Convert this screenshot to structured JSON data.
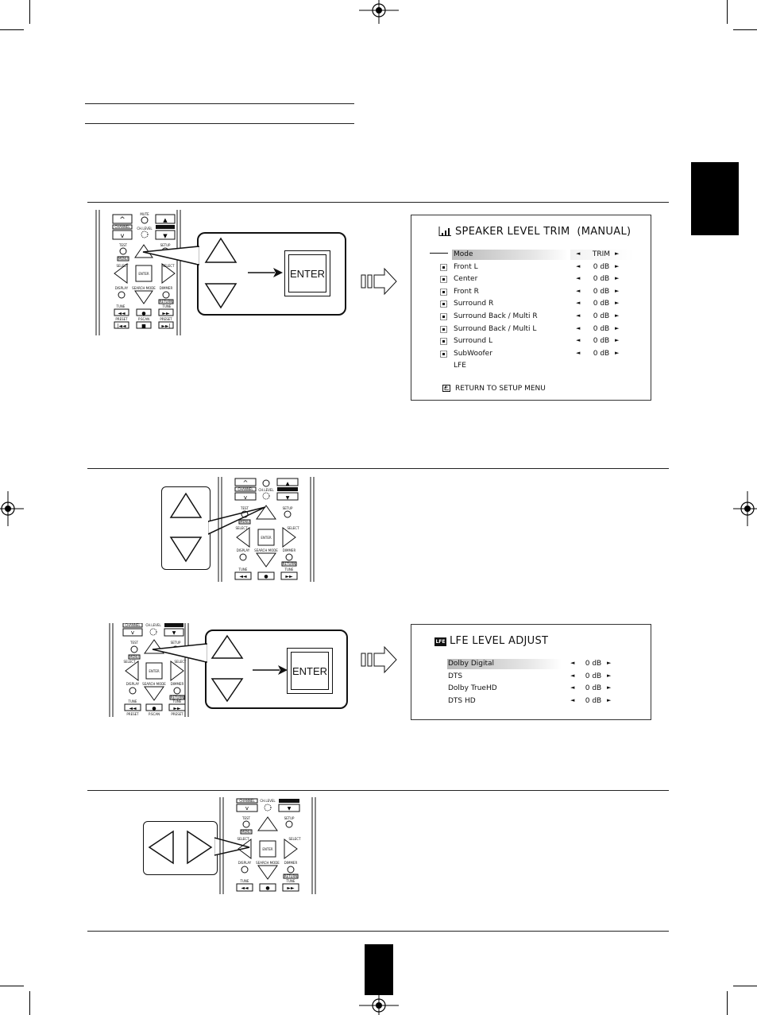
{
  "remote": {
    "channel": "CHANNEL",
    "mute": "MUTE",
    "ch_level": "CH.LEVEL",
    "volume": "VOLUME",
    "test": "TEST",
    "setup": "SETUP",
    "menu": "MENU",
    "select": "SELECT",
    "enter": "ENTER",
    "display": "DISPLAY",
    "search_mode": "SEARCH MODE",
    "dimmer": "DIMMER",
    "return": "RETURN",
    "tune": "TUNE",
    "preset": "PRESET",
    "p_scan": "P.SCAN"
  },
  "callout_enter": "ENTER",
  "speaker_screen": {
    "title": "SPEAKER LEVEL TRIM  (MANUAL)",
    "rows": [
      {
        "label": "Mode",
        "value": "TRIM",
        "icon": "none",
        "highlight": true
      },
      {
        "label": "Front L",
        "value": "0 dB",
        "icon": "speaker-grid-icon"
      },
      {
        "label": "Center",
        "value": "0 dB",
        "icon": "speaker-grid-icon"
      },
      {
        "label": "Front R",
        "value": "0 dB",
        "icon": "speaker-grid-icon"
      },
      {
        "label": "Surround R",
        "value": "0 dB",
        "icon": "speaker-grid-icon"
      },
      {
        "label": "Surround Back / Multi R",
        "value": "0 dB",
        "icon": "speaker-grid-icon"
      },
      {
        "label": "Surround Back / Multi L",
        "value": "0 dB",
        "icon": "speaker-grid-icon"
      },
      {
        "label": "Surround L",
        "value": "0 dB",
        "icon": "speaker-grid-icon"
      },
      {
        "label": "SubWoofer",
        "value": "0 dB",
        "icon": "speaker-grid-icon"
      },
      {
        "label": "LFE",
        "value": "",
        "icon": "none"
      }
    ],
    "return_label": "RETURN TO SETUP MENU"
  },
  "lfe_screen": {
    "badge": "LFE",
    "title": "LFE LEVEL ADJUST",
    "rows": [
      {
        "label": "Dolby Digital",
        "value": "0 dB",
        "highlight": true
      },
      {
        "label": "DTS",
        "value": "0 dB"
      },
      {
        "label": "Dolby TrueHD",
        "value": "0 dB"
      },
      {
        "label": "DTS HD",
        "value": "0 dB"
      }
    ]
  }
}
